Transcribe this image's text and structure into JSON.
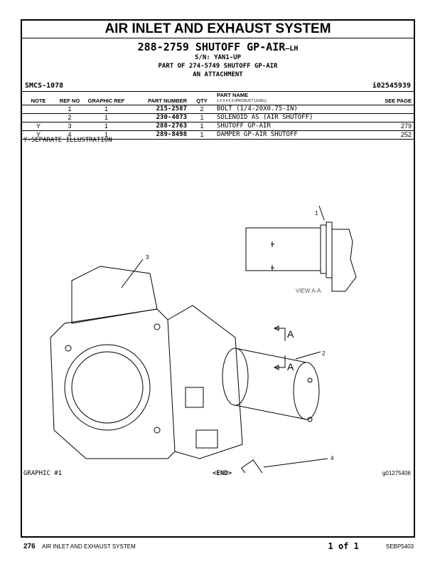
{
  "title": "AIR INLET AND EXHAUST SYSTEM",
  "part_heading": "288-2759 SHUTOFF GP-AIR",
  "part_suffix": "—LH",
  "serial": "S/N: YAN1-UP",
  "part_of": "PART OF 274-5749 SHUTOFF GP-AIR",
  "attachment": "AN ATTACHMENT",
  "smcs": "SMCS-1078",
  "doc_id": "i02545939",
  "columns": {
    "note": "NOTE",
    "ref_no": "REF NO",
    "graphic_ref": "GRAPHIC REF",
    "part_number": "PART NUMBER",
    "qty": "QTY",
    "part_name": "PART NAME",
    "product_level": "1  2  3  4  5  6  (PRODUCT LEVEL)",
    "see_page": "SEE PAGE"
  },
  "rows": [
    {
      "note": "",
      "ref": "1",
      "graphic": "1",
      "pn": "215-2587",
      "qty": "2",
      "name": "BOLT (1/4-20X0.75-IN)",
      "page": ""
    },
    {
      "note": "",
      "ref": "2",
      "graphic": "1",
      "pn": "230-4073",
      "qty": "1",
      "name": "SOLENOID AS (AIR SHUTOFF)",
      "page": ""
    },
    {
      "note": "Y",
      "ref": "3",
      "graphic": "1",
      "pn": "288-2763",
      "qty": "1",
      "name": "SHUTOFF GP-AIR",
      "page": "279"
    },
    {
      "note": "Y",
      "ref": "4",
      "graphic": "1",
      "pn": "289-8498",
      "qty": "1",
      "name": "DAMPER GP-AIR SHUTOFF",
      "page": "252"
    }
  ],
  "separate_note": "Y-SEPARATE ILLUSTRATION",
  "illustration": {
    "callouts": [
      "1",
      "2",
      "3",
      "4"
    ],
    "view_label": "VIEW A-A",
    "section": "A"
  },
  "graphic_label": "GRAPHIC #1",
  "end": "<END>",
  "graphic_id": "g01275406",
  "footer": {
    "page": "276",
    "section": "AIR INLET AND EXHAUST SYSTEM",
    "pages": "1 of 1",
    "doc": "SEBP5403"
  }
}
